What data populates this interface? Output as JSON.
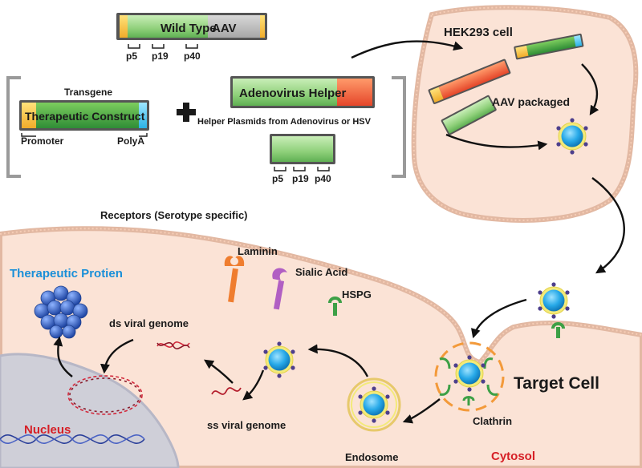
{
  "labels": {
    "wild_type_aav_a": "Wild Type",
    "wild_type_aav_b": "AAV",
    "p5": "p5",
    "p19": "p19",
    "p40": "p40",
    "transgene": "Transgene",
    "therapeutic_construct": "Therapeutic Construct",
    "promoter": "Promoter",
    "polya": "PolyA",
    "adenovirus_helper": "Adenovirus Helper",
    "helper_plasmids": "Helper Plasmids from Adenovirus or HSV",
    "hek293_cell": "HEK293 cell",
    "aav_packaged": "AAV packaged",
    "receptors": "Receptors (Serotype specific)",
    "laminin": "Laminin",
    "sialic_acid": "Sialic Acid",
    "hspg": "HSPG",
    "therapeutic_protein": "Therapeutic Protien",
    "ds_viral_genome": "ds viral genome",
    "ss_viral_genome": "ss viral genome",
    "nucleus": "Nucleus",
    "endosome": "Endosome",
    "clathrin": "Clathrin",
    "target_cell": "Target Cell",
    "cytosol": "Cytosol"
  },
  "colors": {
    "cell_fill": "#fbe3d6",
    "cell_edge": "#e2b8a2",
    "nucleus_fill": "#cfcfd8",
    "capsid": "#27a9e8",
    "capsid_ring": "#f3ea7a",
    "capsid_dots": "#4d3f8c",
    "title_blue": "#1a8fd8",
    "title_red": "#d61f26",
    "laminin": "#ef7d2f",
    "sialic": "#b15fc3",
    "hspg": "#3da046",
    "clathrin_dash": "#f39a3a",
    "protein": "#2f5fbf"
  }
}
